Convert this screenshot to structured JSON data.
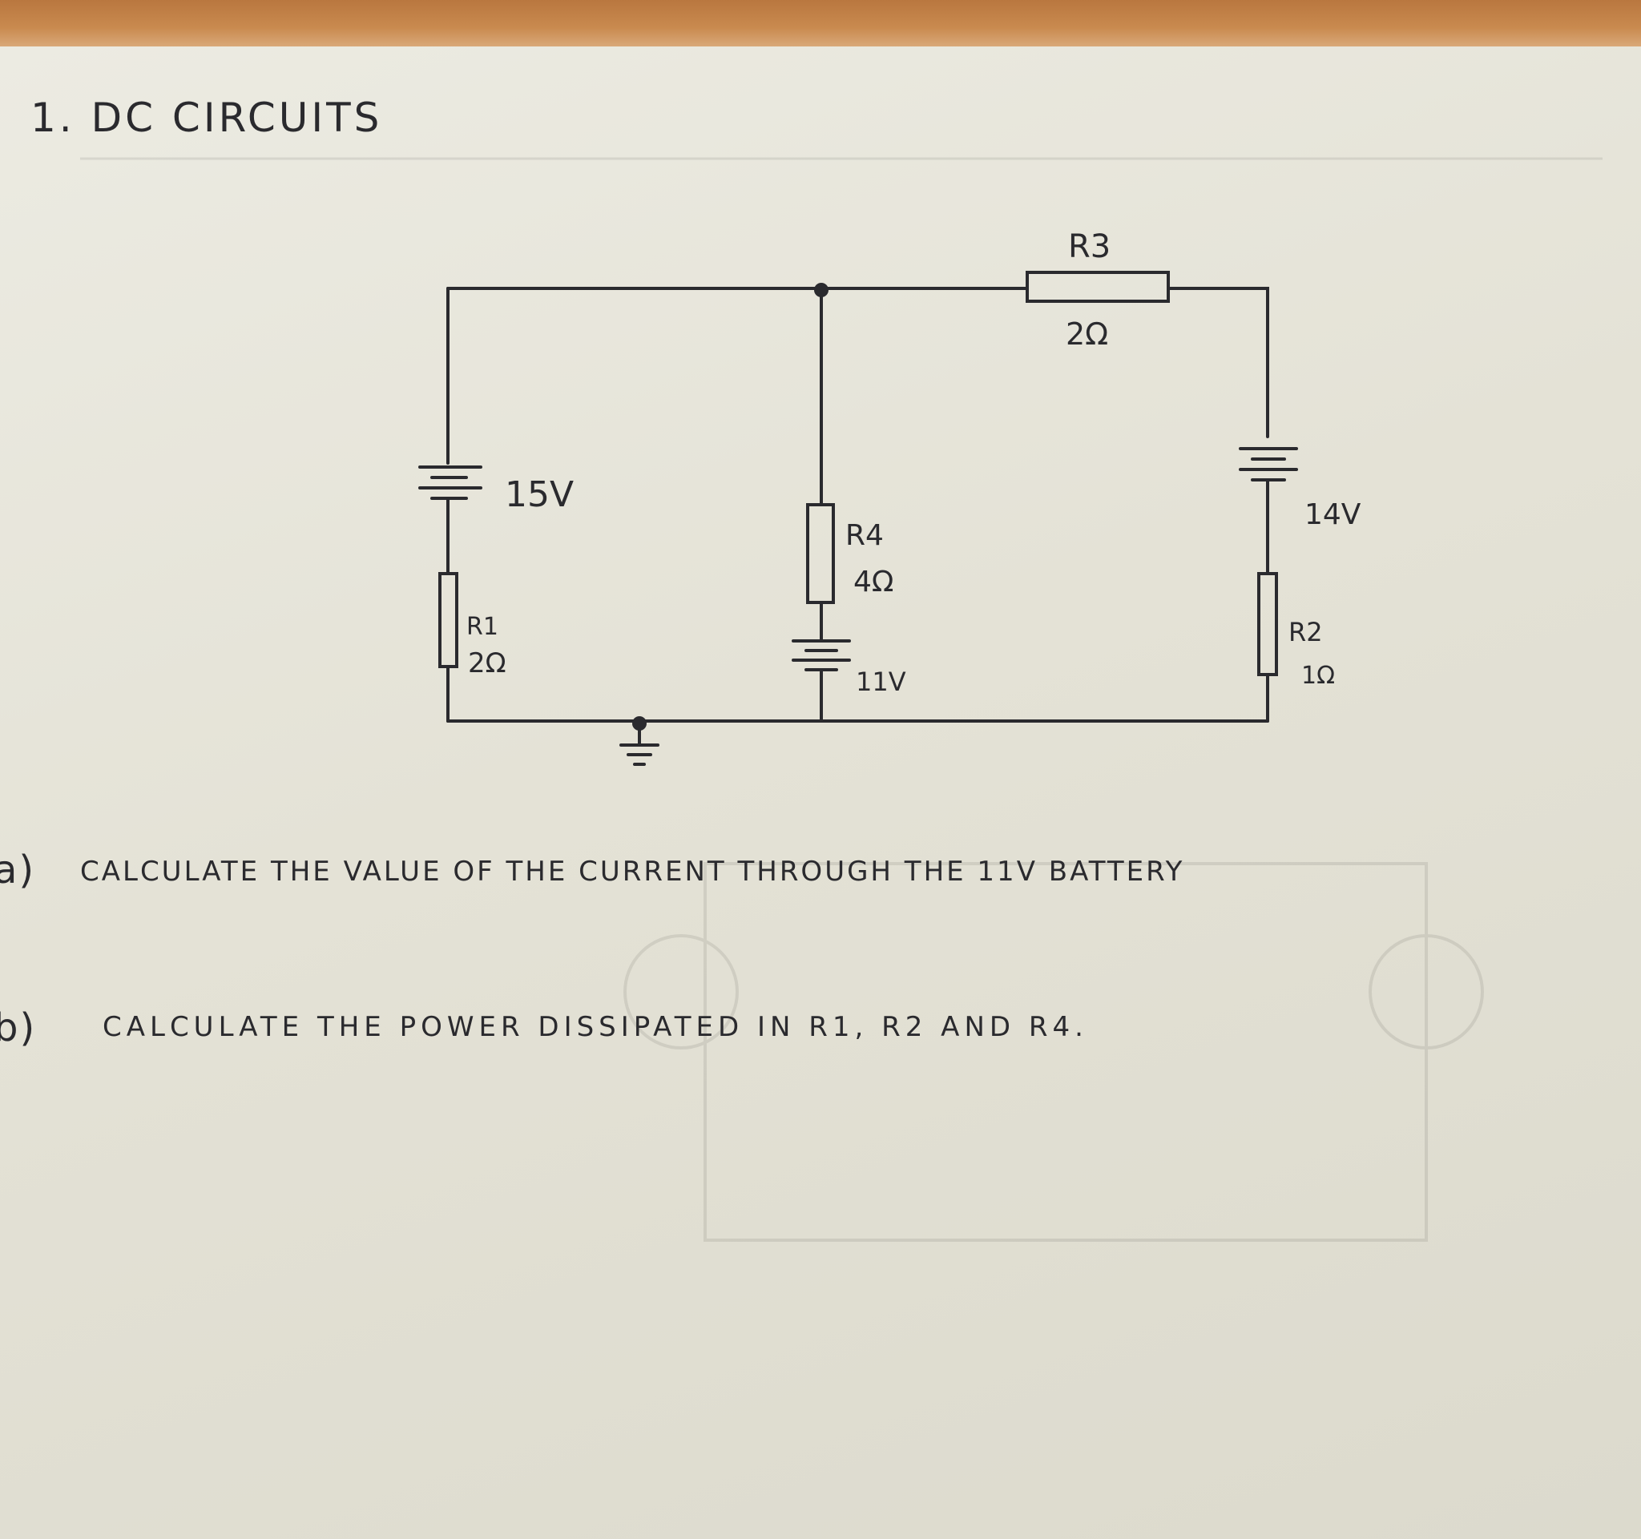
{
  "heading": "1. DC CIRCUITS",
  "components": {
    "r1": {
      "name": "R1",
      "value": "2Ω"
    },
    "r2": {
      "name": "R2",
      "value": "1Ω"
    },
    "r3": {
      "name": "R3",
      "value": "2Ω"
    },
    "r4": {
      "name": "R4",
      "value": "4Ω"
    },
    "battery_left": {
      "voltage": "15V"
    },
    "battery_middle": {
      "voltage": "11V"
    },
    "battery_right": {
      "voltage": "14V"
    }
  },
  "questions": [
    {
      "marker": "a)",
      "text": "CALCULATE THE VALUE OF THE CURRENT THROUGH THE 11V BATTERY"
    },
    {
      "marker": "b)",
      "text": "CALCULATE THE POWER DISSIPATED IN R1, R2 AND R4."
    }
  ],
  "ink_color": "#2a2a2e"
}
